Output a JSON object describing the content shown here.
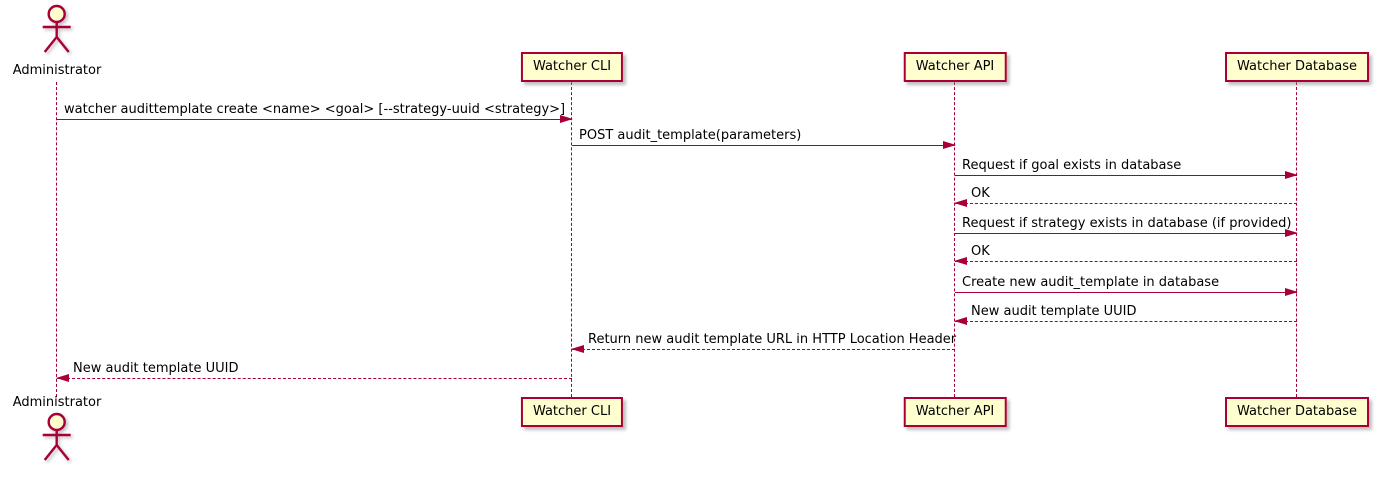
{
  "diagram": {
    "type": "sequence",
    "colors": {
      "line": "#A80036",
      "participant_fill": "#FEFECE",
      "text": "#000000",
      "background": "#FFFFFF"
    },
    "actor": {
      "name": "Administrator"
    },
    "participants": [
      {
        "label": "Watcher CLI"
      },
      {
        "label": "Watcher API"
      },
      {
        "label": "Watcher Database"
      }
    ],
    "messages": [
      {
        "from": "Administrator",
        "to": "Watcher CLI",
        "text": "watcher audittemplate create <name> <goal> [--strategy-uuid <strategy>]",
        "line": "solid"
      },
      {
        "from": "Watcher CLI",
        "to": "Watcher API",
        "text": "POST audit_template(parameters)",
        "line": "solid"
      },
      {
        "from": "Watcher API",
        "to": "Watcher Database",
        "text": "Request if goal exists in database",
        "line": "solid"
      },
      {
        "from": "Watcher Database",
        "to": "Watcher API",
        "text": "OK",
        "line": "dashed"
      },
      {
        "from": "Watcher API",
        "to": "Watcher Database",
        "text": "Request if strategy exists in database (if provided)",
        "line": "solid"
      },
      {
        "from": "Watcher Database",
        "to": "Watcher API",
        "text": "OK",
        "line": "dashed"
      },
      {
        "from": "Watcher API",
        "to": "Watcher Database",
        "text": "Create new audit_template in database",
        "line": "solid"
      },
      {
        "from": "Watcher Database",
        "to": "Watcher API",
        "text": "New audit template UUID",
        "line": "dashed"
      },
      {
        "from": "Watcher API",
        "to": "Watcher CLI",
        "text": "Return new audit template URL in HTTP Location Header",
        "line": "dashed"
      },
      {
        "from": "Watcher CLI",
        "to": "Administrator",
        "text": "New audit template UUID",
        "line": "dashed"
      }
    ]
  }
}
